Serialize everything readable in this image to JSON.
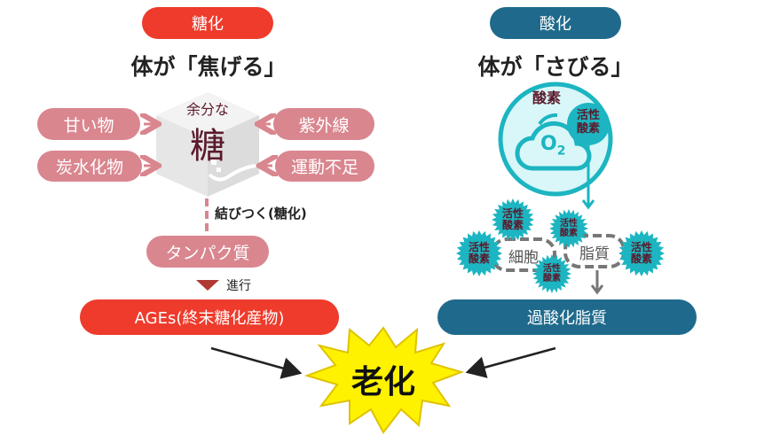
{
  "glycation": {
    "label": "糖化",
    "headline": "体が「焦げる」",
    "cube_top": "余分な",
    "cube_main": "糖",
    "left_causes": [
      "甘い物",
      "炭水化物"
    ],
    "right_causes": [
      "紫外線",
      "運動不足"
    ],
    "bind_label": "結びつく(糖化)",
    "protein": "タンパク質",
    "progress": "進行",
    "result": "AGEs(終末糖化産物)"
  },
  "oxidation": {
    "label": "酸化",
    "headline": "体が「さびる」",
    "oxygen": "酸素",
    "o2": "O",
    "o2_sub": "2",
    "active_oxygen": "活性酸素",
    "cell": "細胞",
    "lipid": "脂質",
    "result": "過酸化脂質"
  },
  "aging": "老化",
  "colors": {
    "red": "#ee3b2c",
    "teal": "#1f6a8c",
    "rose": "#d9868f",
    "cyan": "#1cb5c1",
    "yellow": "#fff200"
  }
}
